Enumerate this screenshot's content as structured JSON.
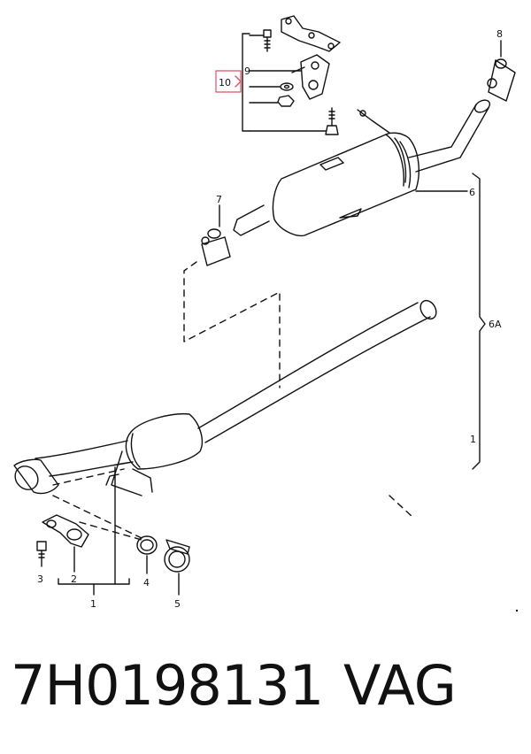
{
  "diagram": {
    "callouts": {
      "c1_bottom": "1",
      "c1_right": "1",
      "c2": "2",
      "c3": "3",
      "c4": "4",
      "c5": "5",
      "c6": "6",
      "c6a": "6A",
      "c7": "7",
      "c8": "8",
      "c9": "9",
      "c10": "10"
    },
    "highlight_color": "#e05060"
  },
  "caption": {
    "part_number": "7H0198131",
    "brand": "VAG"
  }
}
